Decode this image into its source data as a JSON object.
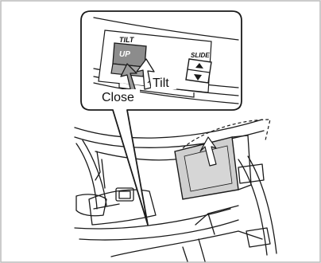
{
  "labels": {
    "tilt_header": "TILT",
    "up": "UP",
    "slide_header": "SLIDE",
    "tilt_arrow": "Tilt",
    "close_arrow": "Close"
  },
  "colors": {
    "line": "#1a1a1a",
    "button_fill": "#8c8c8c",
    "glass_fill": "#cfcfcf",
    "arrow_fill": "#9a9a9a",
    "frame": "#bbbbbb"
  }
}
